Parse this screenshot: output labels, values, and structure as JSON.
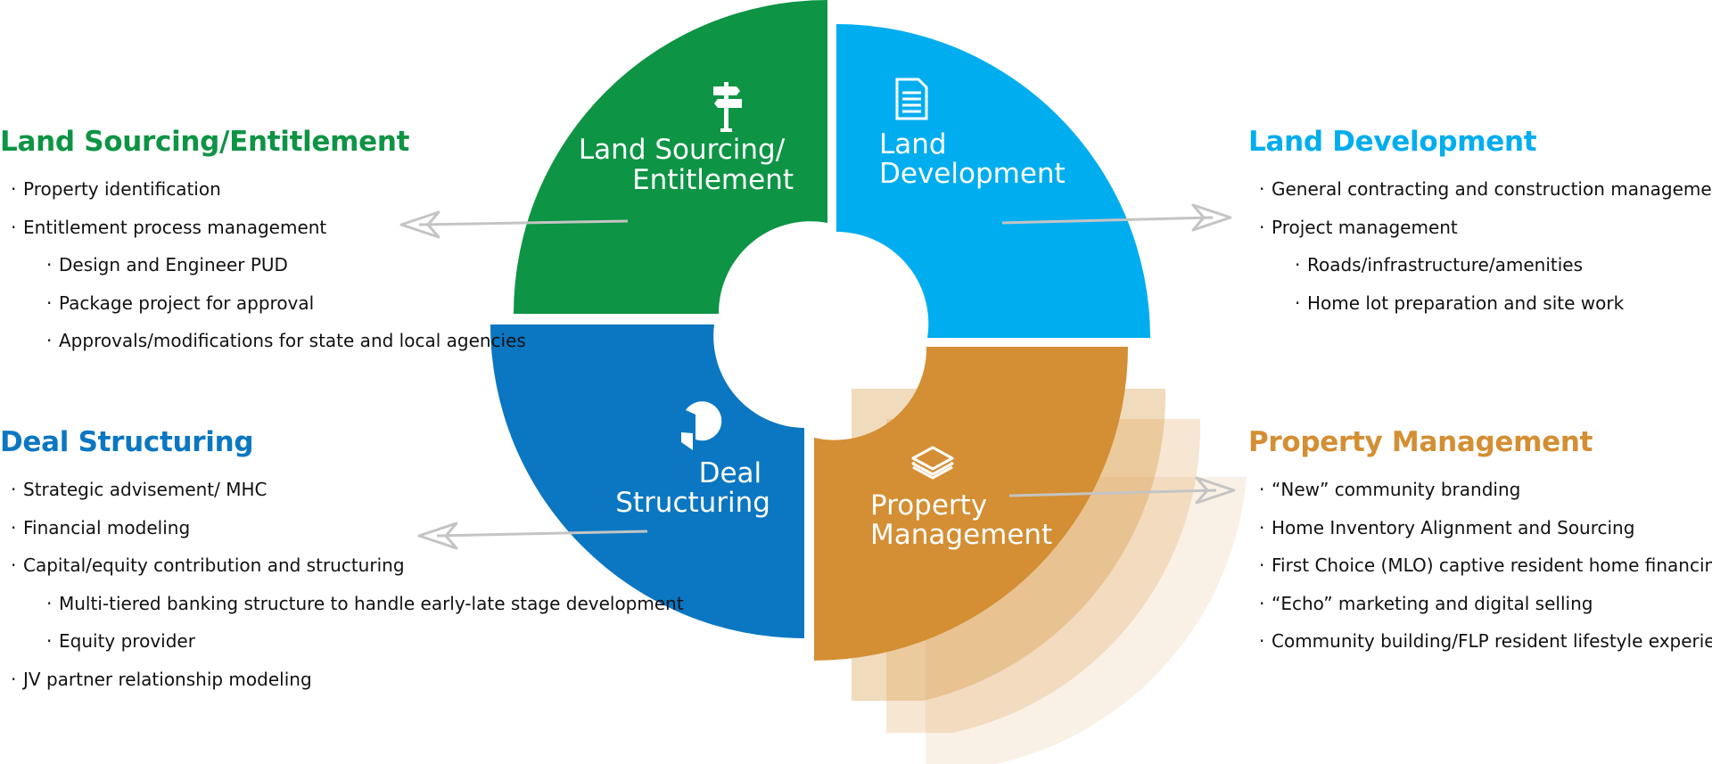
{
  "colors": {
    "green": "#0d9444",
    "cyan": "#00adef",
    "blue": "#0b77c2",
    "orange": "#d48e33",
    "arrow": "#c4c4c4"
  },
  "segments": {
    "land_sourcing": {
      "lines": [
        "Land Sourcing/",
        "Entitlement"
      ],
      "icon": "signpost-icon"
    },
    "land_development": {
      "lines": [
        "Land",
        "Development"
      ],
      "icon": "document-icon"
    },
    "deal_structuring": {
      "lines": [
        "Deal",
        "Structuring"
      ],
      "icon": "pie-chart-icon"
    },
    "property_management": {
      "lines": [
        "Property",
        "Management"
      ],
      "icon": "layers-icon"
    }
  },
  "panels": {
    "land_sourcing": {
      "title": "Land Sourcing/Entitlement",
      "items": [
        {
          "text": "Property identification",
          "level": 1
        },
        {
          "text": "Entitlement process management",
          "level": 1
        },
        {
          "text": "Design and Engineer PUD",
          "level": 2
        },
        {
          "text": "Package project for approval",
          "level": 2
        },
        {
          "text": "Approvals/modifications for state and local agencies",
          "level": 2
        }
      ]
    },
    "land_development": {
      "title": "Land Development",
      "items": [
        {
          "text": "General contracting and construction management",
          "level": 1
        },
        {
          "text": "Project management",
          "level": 1
        },
        {
          "text": "Roads/infrastructure/amenities",
          "level": 2
        },
        {
          "text": "Home lot preparation and site work",
          "level": 2
        }
      ]
    },
    "deal_structuring": {
      "title": "Deal Structuring",
      "items": [
        {
          "text": "Strategic advisement/ MHC",
          "level": 1
        },
        {
          "text": "Financial modeling",
          "level": 1
        },
        {
          "text": "Capital/equity contribution and structuring",
          "level": 1
        },
        {
          "text": "Multi-tiered banking structure to handle early-late stage development",
          "level": 2
        },
        {
          "text": "Equity provider",
          "level": 2
        },
        {
          "text": "JV partner relationship modeling",
          "level": 1
        }
      ]
    },
    "property_management": {
      "title": "Property Management",
      "items": [
        {
          "text": "“New” community branding",
          "level": 1
        },
        {
          "text": "Home Inventory Alignment and Sourcing",
          "level": 1
        },
        {
          "text": "First Choice (MLO) captive resident home financing",
          "level": 1
        },
        {
          "text": "“Echo” marketing and digital selling",
          "level": 1
        },
        {
          "text": "Community building/FLP resident lifestyle experience",
          "level": 1
        }
      ]
    }
  }
}
